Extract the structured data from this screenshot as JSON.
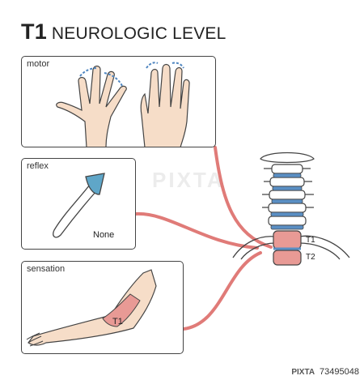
{
  "title": {
    "level": "T1",
    "text": "NEUROLOGIC LEVEL"
  },
  "panels": {
    "motor": {
      "label": "motor"
    },
    "reflex": {
      "label": "reflex",
      "result": "None"
    },
    "sensation": {
      "label": "sensation",
      "dermatome": "T1"
    }
  },
  "spine": {
    "labels": [
      "T1",
      "T2"
    ]
  },
  "watermark": {
    "text": "PIXTA"
  },
  "stock_id": {
    "logo": "PIXTA",
    "number": "73495048"
  },
  "colors": {
    "nerve": "#e07b78",
    "vertebra_highlight": "#e89a95",
    "disc": "#5a8fc4",
    "skin": "#f6ddc8",
    "hammer": "#5fa6c8",
    "arrow": "#4f86c0"
  }
}
